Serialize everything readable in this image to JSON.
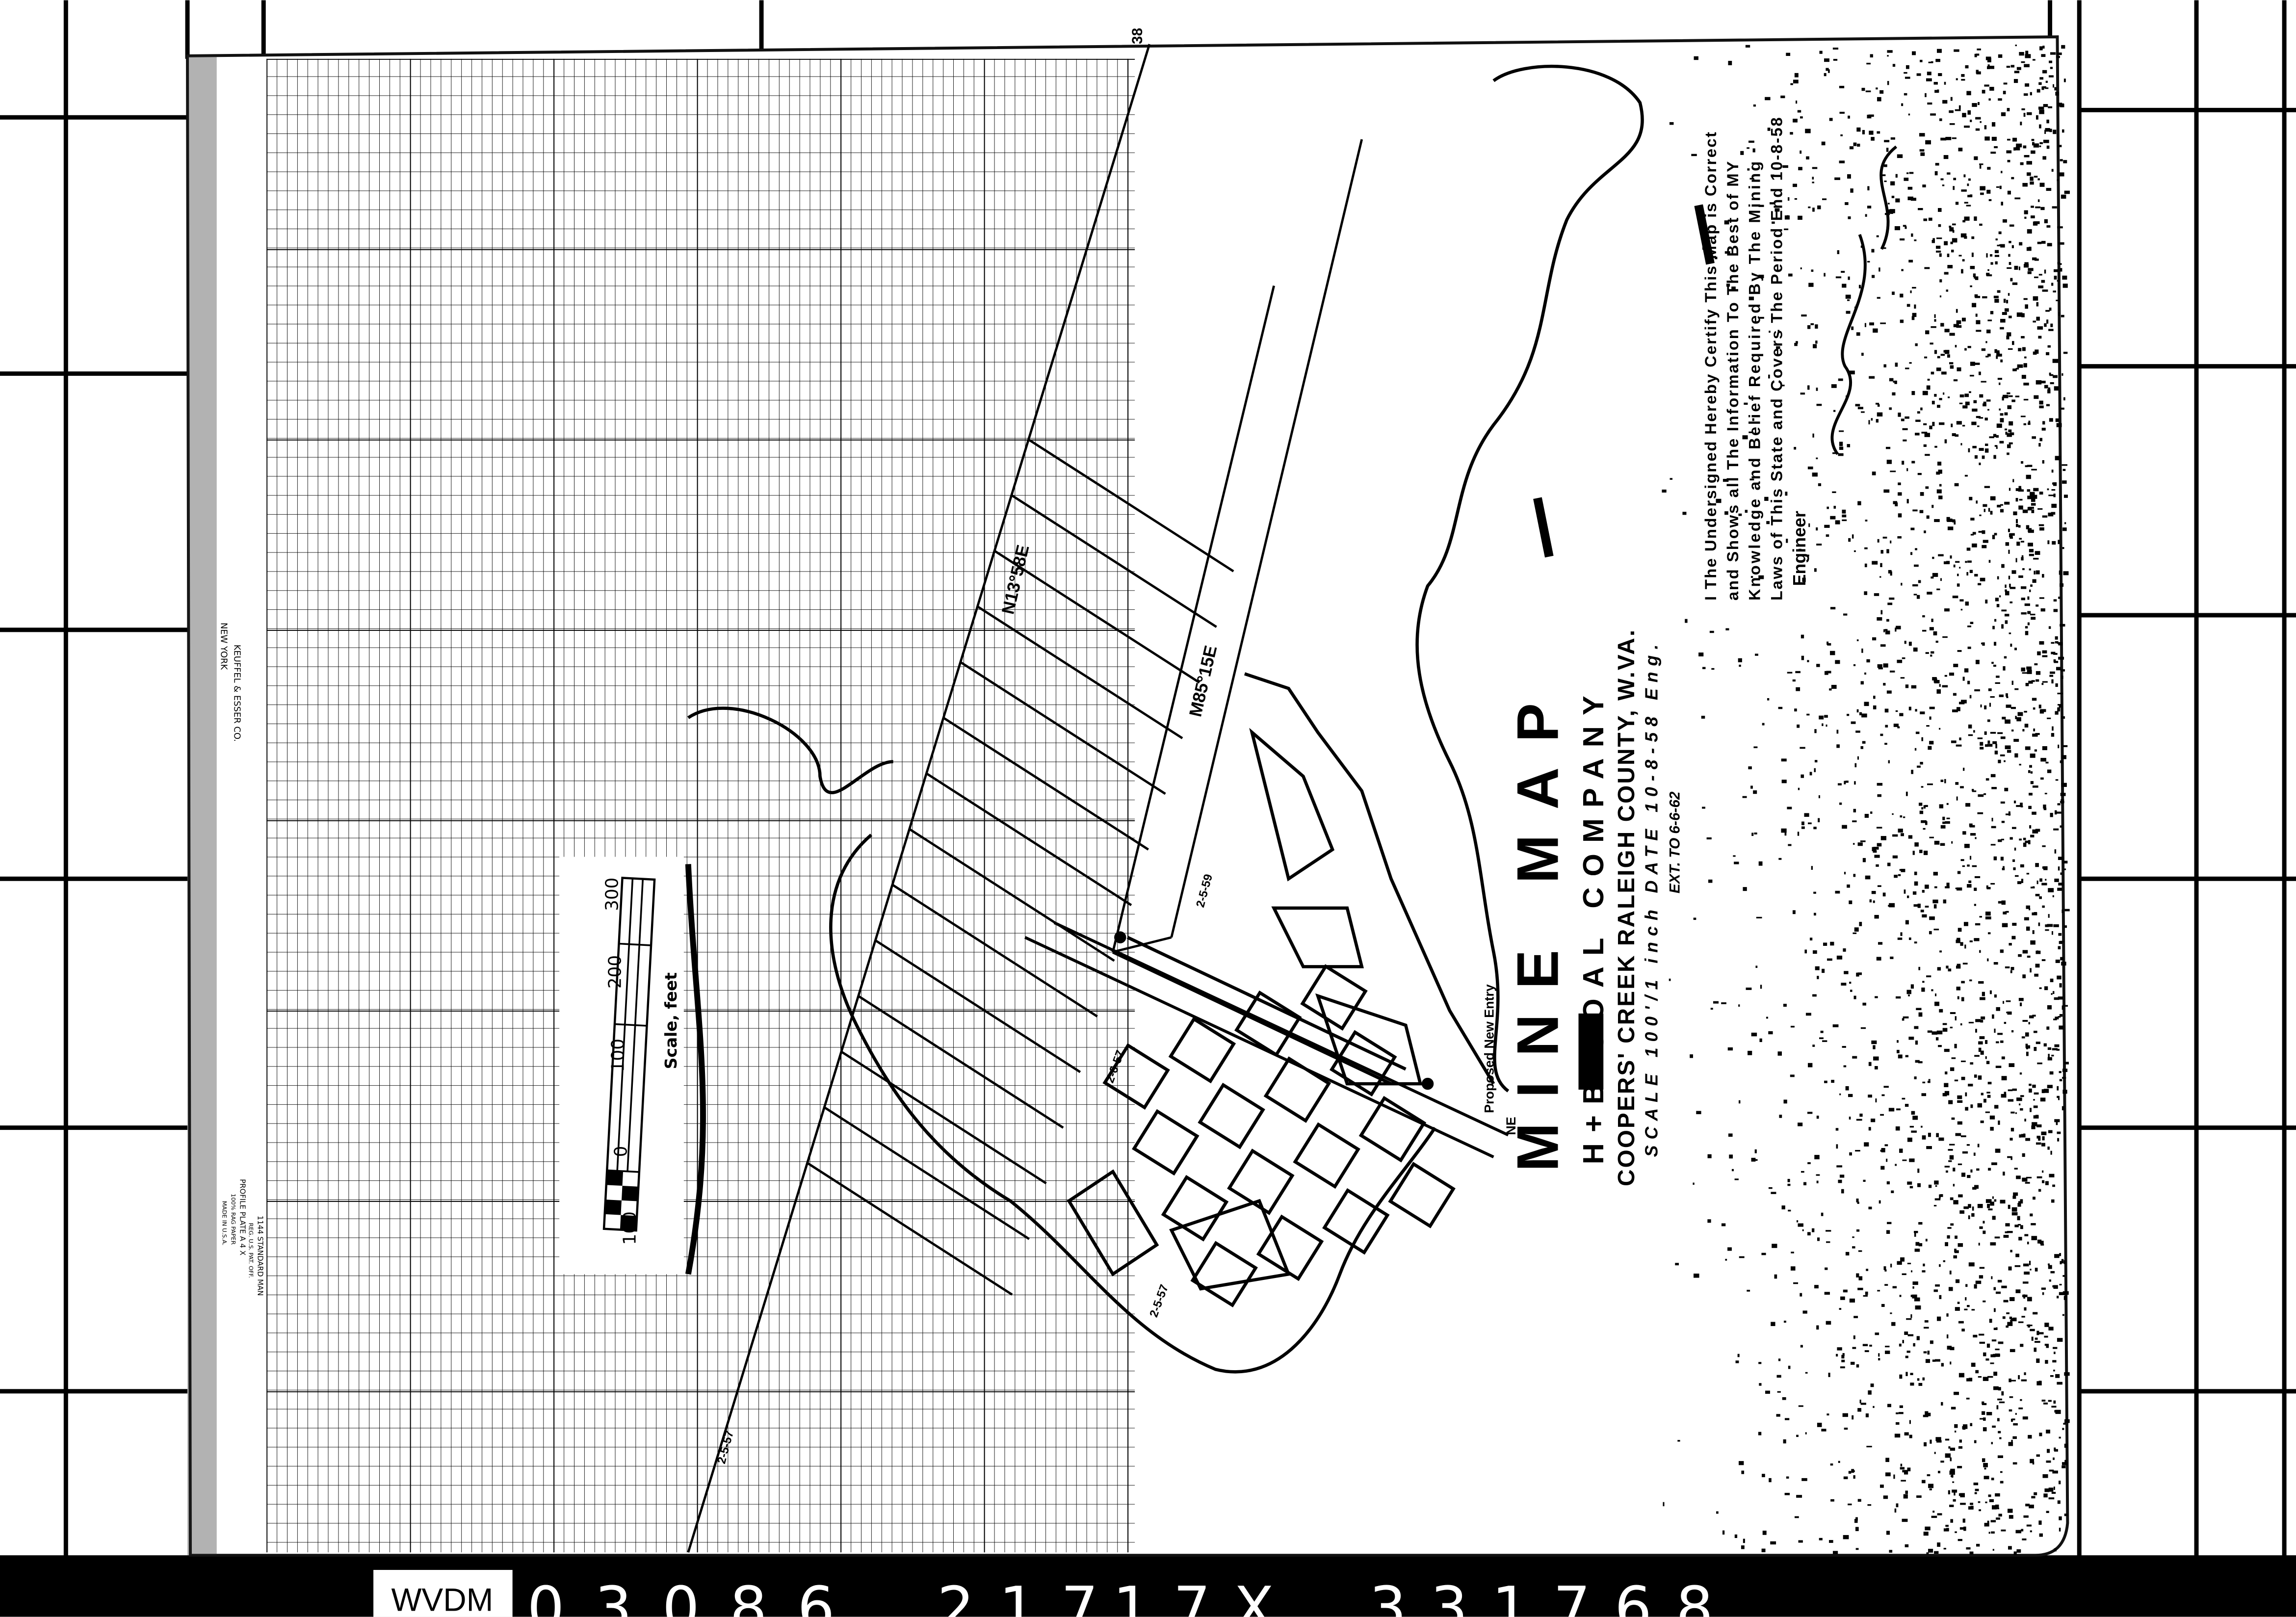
{
  "title_block": {
    "proposed_entry": "Proposed New Entry",
    "title": "MINE MAP",
    "company": "H+B COAL COMPANY",
    "location": "COOPERS' CREEK  RALEIGH COUNTY, W.VA.",
    "scale_date": "SCALE 100'/1 inch  DATE 10-8-58  Eng.",
    "extended": "EXT. TO 6-6-62"
  },
  "certification": {
    "lines": [
      "I The Undersigned Hereby Certify This Map is Correct",
      "and Shows all The Information To The Best of MY",
      "Knowledge and Belief Required By The Mining",
      "Laws of This State and Covers The Period End 10-8-58",
      "Engineer"
    ]
  },
  "survey_labels": {
    "bearing_1": "N13°58E",
    "bearing_2": "M85°15E",
    "corner_mark": "38",
    "date_a": "2-5-59",
    "date_b": "2-6-57",
    "date_c": "2-5-57",
    "date_d": "2-5-57",
    "entry_mark": "NE"
  },
  "scale_bar": {
    "ticks": [
      "300",
      "200",
      "100",
      "0",
      "100"
    ],
    "label": "Scale, feet"
  },
  "paper_stamps": {
    "maker": "KEUFFEL & ESSER CO.",
    "city": "NEW YORK",
    "standard": [
      "1144 STANDARD MAN",
      "REG. U.S. PAT. OFF.",
      "PROFILE PLATE A 4 X",
      "100% RAG PAPER",
      "MADE IN U.S.A."
    ]
  },
  "archive_strip": {
    "agency": "WVDM",
    "map_number": "03086",
    "field_a": "217",
    "field_b": "17X",
    "id": "331768"
  },
  "colors": {
    "ink": "#000000",
    "paper": "#ffffff"
  }
}
